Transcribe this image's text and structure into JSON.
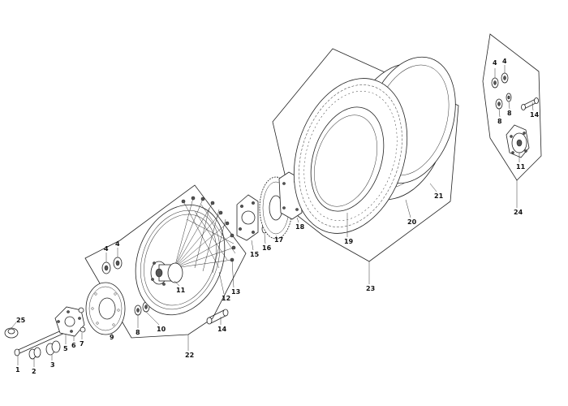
{
  "diagram": {
    "callouts": [
      "1",
      "2",
      "3",
      "4",
      "4",
      "5",
      "6",
      "7",
      "8",
      "9",
      "10",
      "11",
      "12",
      "13",
      "14",
      "15",
      "16",
      "17",
      "18",
      "19",
      "20",
      "21",
      "22",
      "23",
      "24",
      "25",
      "4",
      "4",
      "8",
      "8",
      "14",
      "11"
    ]
  }
}
